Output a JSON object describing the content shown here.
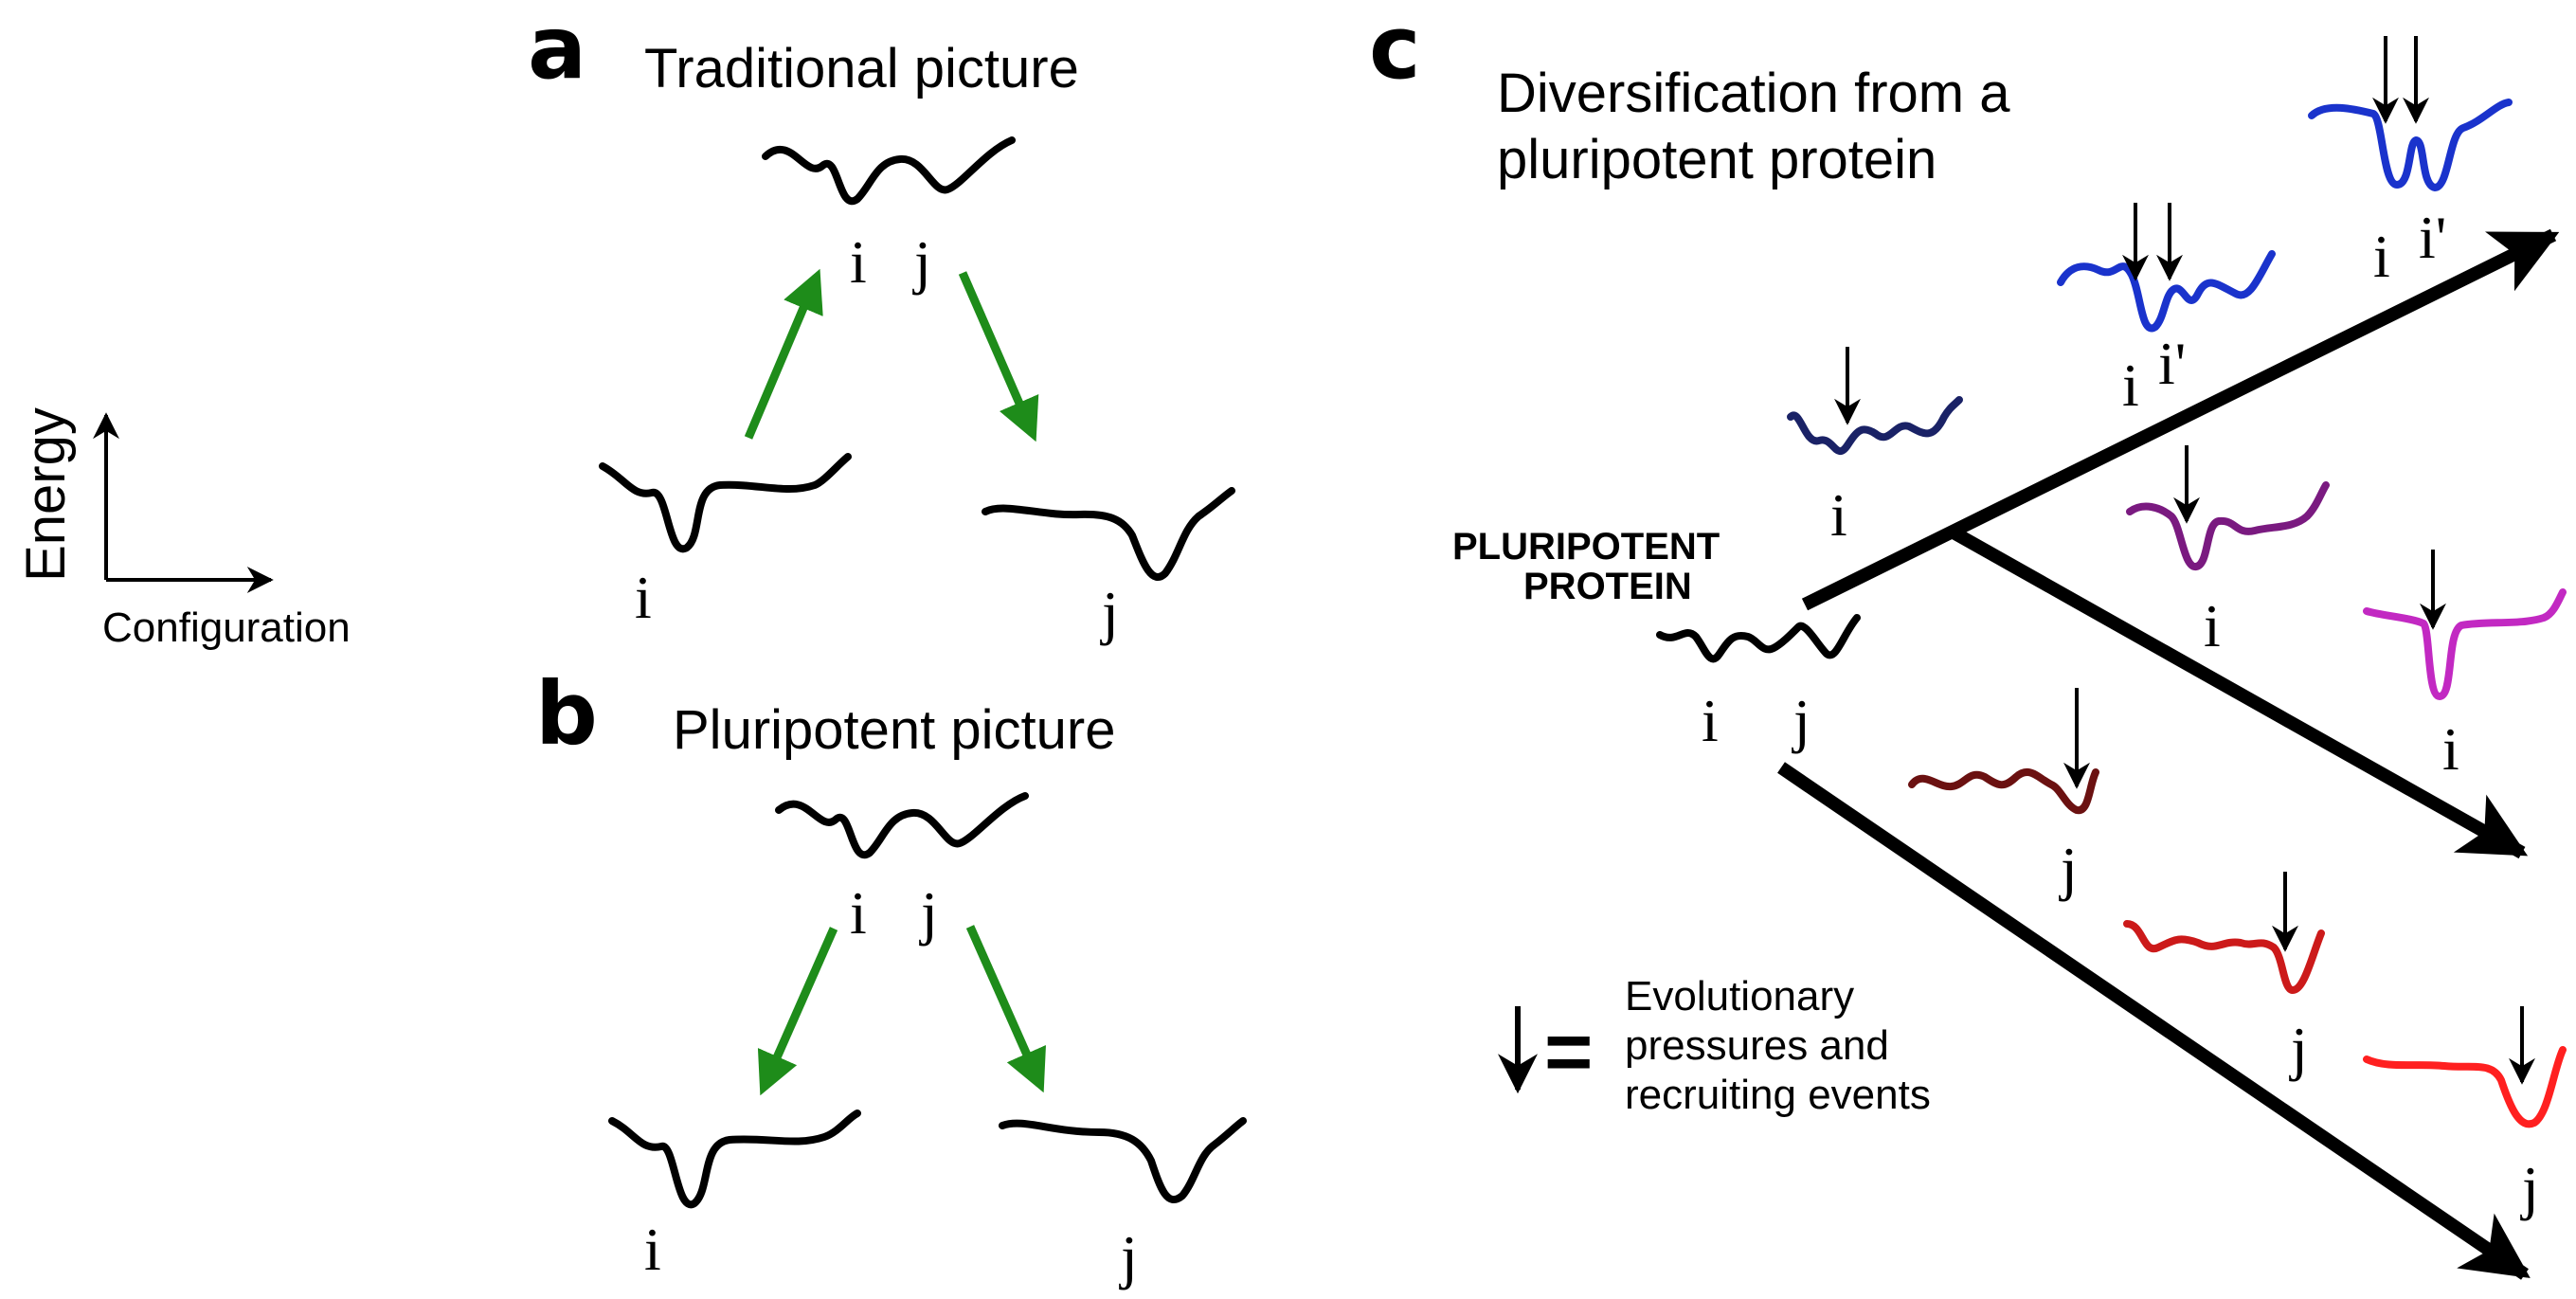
{
  "axes": {
    "y_label": "Energy",
    "x_label": "Configuration"
  },
  "panel_a": {
    "letter": "a",
    "title": "Traditional picture",
    "top_labels": [
      "i",
      "j"
    ],
    "left_label": "i",
    "right_label": "j"
  },
  "panel_b": {
    "letter": "b",
    "title": "Pluripotent picture",
    "top_labels": [
      "i",
      "j"
    ],
    "left_label": "i",
    "right_label": "j"
  },
  "panel_c": {
    "letter": "c",
    "title_line1": "Diversification from a",
    "title_line2": "pluripotent protein",
    "root_line1": "PLURIPOTENT",
    "root_line2": "PROTEIN",
    "root_labels": [
      "i",
      "j"
    ],
    "branch1_labels": [
      "i"
    ],
    "branch2_labels": [
      "i",
      "i'"
    ],
    "branch3_labels": [
      "i",
      "i'"
    ],
    "branch4_labels": [
      "i"
    ],
    "branch5_labels": [
      "i"
    ],
    "branch6_labels": [
      "j"
    ],
    "branch7_labels": [
      "j"
    ],
    "branch8_labels": [
      "j"
    ],
    "legend_line1": "Evolutionary",
    "legend_line2": "pressures and",
    "legend_line3": "recruiting events",
    "legend_equals": "="
  },
  "colors": {
    "green_arrow": "#1e8c1a",
    "navy": "#1a2266",
    "blue": "#1a33cc",
    "purple": "#7a1a80",
    "magenta": "#c229c2",
    "maroon": "#6b1111",
    "red_dark": "#cc1a1a",
    "red": "#ff2020"
  }
}
